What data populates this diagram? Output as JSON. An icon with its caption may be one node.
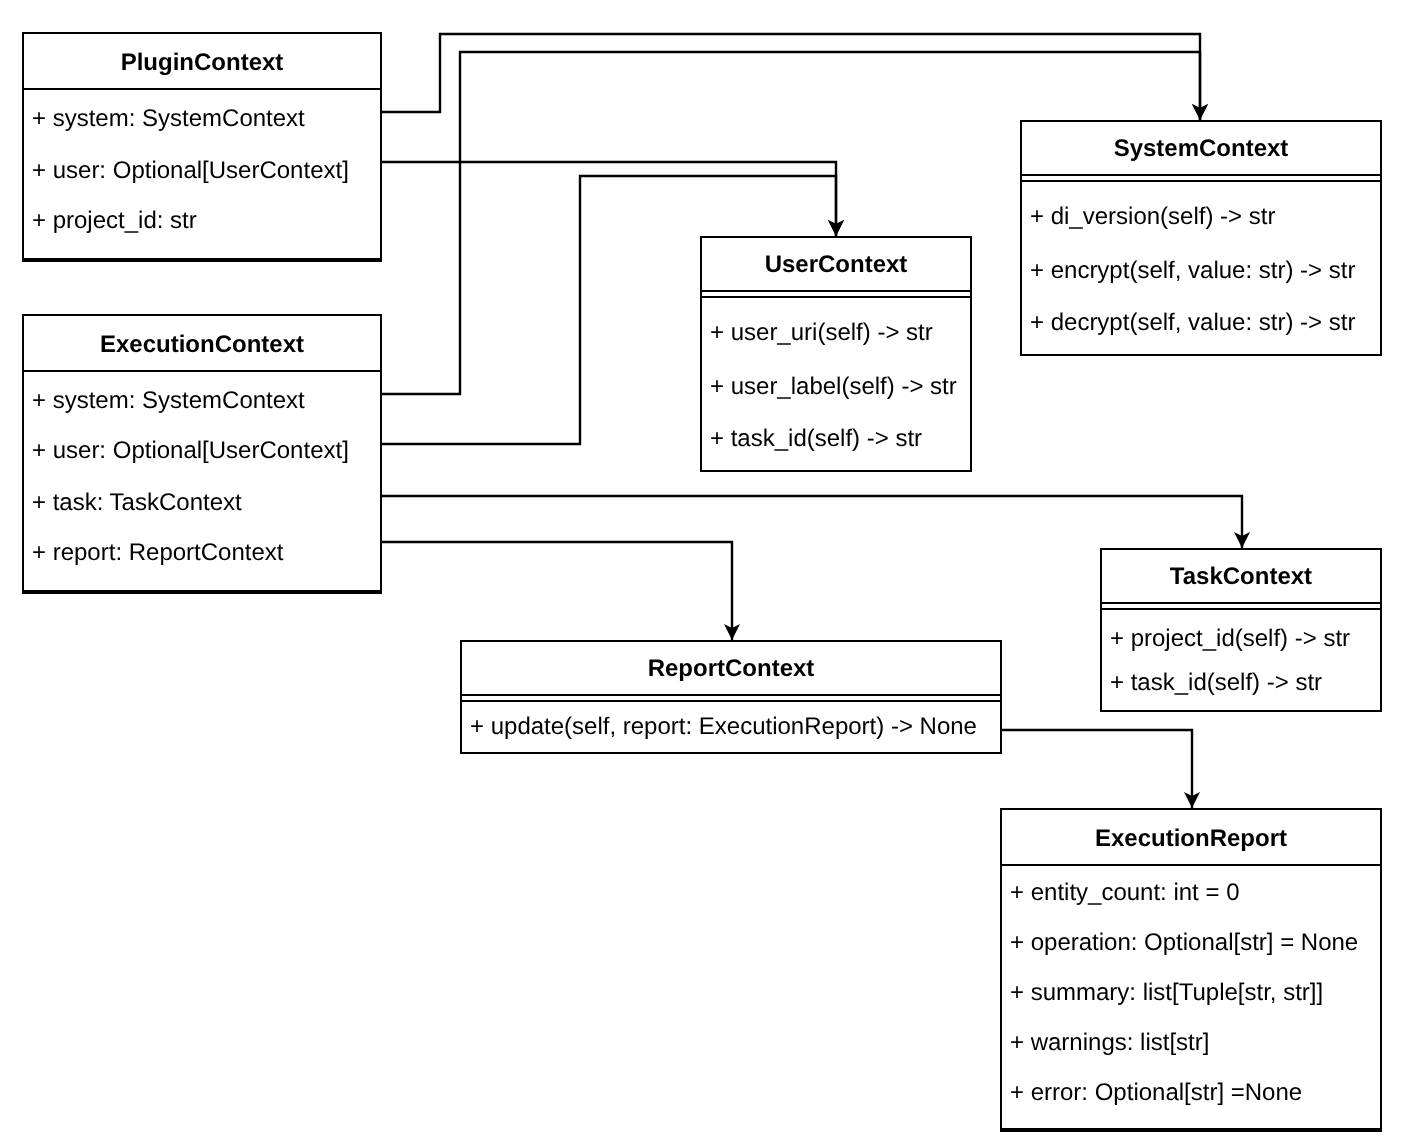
{
  "diagram": {
    "nodes": [
      {
        "text": [
          "PluginContext",
          "+ system: SystemContext",
          "+ user: Optional[UserContext]",
          "+ project_id: str"
        ]
      },
      {
        "text": [
          "SystemContext",
          "+ di_version(self) -> str",
          "+ encrypt(self, value: str) -> str",
          "+ decrypt(self, value: str) -> str"
        ]
      },
      {
        "text": [
          "UserContext",
          "+ user_uri(self) -> str",
          "+ user_label(self) -> str",
          "+ task_id(self) -> str"
        ]
      },
      {
        "text": [
          "ExecutionContext",
          "+ system: SystemContext",
          "+ user: Optional[UserContext]",
          "+ task: TaskContext",
          "+ report: ReportContext"
        ]
      },
      {
        "text": [
          "TaskContext",
          "+ project_id(self) -> str",
          "+ task_id(self) -> str"
        ]
      },
      {
        "text": [
          "ReportContext",
          "+ update(self, report: ExecutionReport) -> None"
        ]
      },
      {
        "text": [
          "ExecutionReport",
          "+ entity_count: int = 0",
          "+ operation: Optional[str] = None",
          "+ summary: list[Tuple[str, str]]",
          "+ warnings: list[str]",
          "+ error: Optional[str] =None"
        ]
      }
    ],
    "edges": [
      {
        "from": 0,
        "to": 1,
        "arrow": "to"
      },
      {
        "from": 0,
        "to": 2,
        "arrow": "to"
      },
      {
        "from": 3,
        "to": 1,
        "arrow": "to"
      },
      {
        "from": 3,
        "to": 2,
        "arrow": "to"
      },
      {
        "from": 3,
        "to": 4,
        "arrow": "to"
      },
      {
        "from": 3,
        "to": 5,
        "arrow": "to"
      },
      {
        "from": 5,
        "to": 6,
        "arrow": "to"
      }
    ]
  }
}
